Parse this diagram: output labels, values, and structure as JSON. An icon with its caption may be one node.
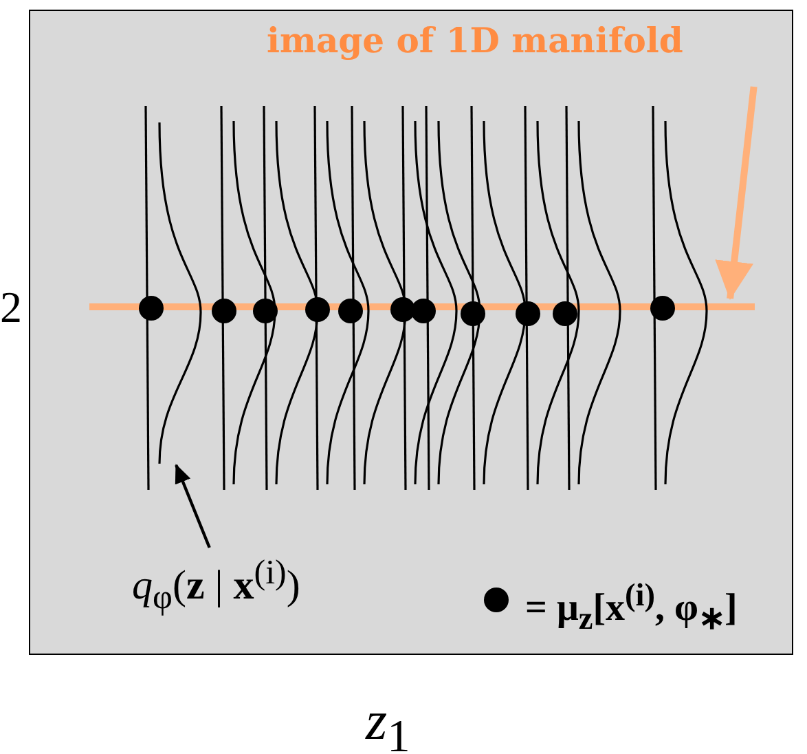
{
  "diagram": {
    "nodes": [
      {
        "text": [],
        "shape": "box"
      },
      {
        "text": [
          "image of 1D manifold"
        ],
        "in": 0
      },
      {
        "text": [],
        "shape": "bar",
        "in": 0
      },
      {
        "text": [
          "*q*$_{φ}$(**z** | **x**$^{(i)}$)"
        ],
        "in": 0
      },
      {
        "text": [],
        "shape": "curve",
        "in": 0
      }
    ],
    "edges": [
      {
        "from": 1,
        "to": 2,
        "arrow": "to",
        "color": "#ffb07a",
        "style": "thick"
      },
      {
        "from": 3,
        "to": 4,
        "arrow": "to",
        "color": "#000000"
      }
    ],
    "labels": [
      "2",
      "*z*$_{1}$"
    ],
    "legend": [
      {
        "text": "= μ$_{z}$[x$^{(i)}$, φ$_{∗}$]"
      }
    ]
  }
}
